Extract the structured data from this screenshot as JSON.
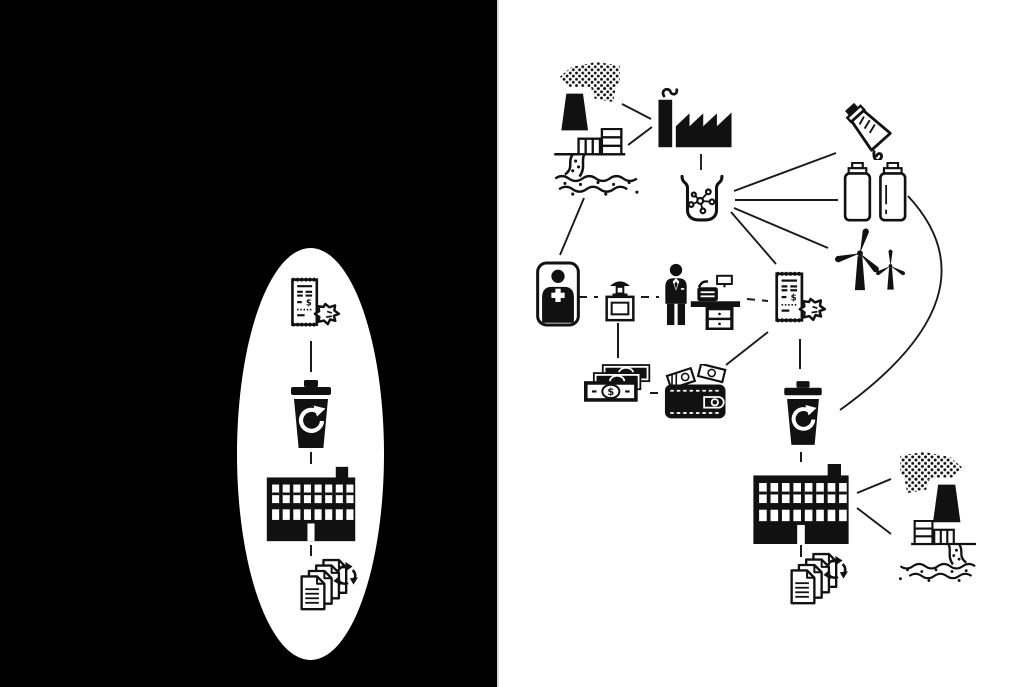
{
  "diagram": {
    "type": "icon-network-infographic",
    "ink_color": "#111111",
    "left_panel": {
      "background": "#000000",
      "spotlight": {
        "shape": "ellipse",
        "color": "#ffffff"
      },
      "flow": [
        "receipt-with-crumpled-paper",
        "recycling-bin",
        "office-building",
        "recycled-documents"
      ]
    },
    "right_panel": {
      "background": "#ffffff",
      "node_ids": [
        "air-pollution",
        "water-pollution",
        "factory",
        "chemical-beaker",
        "product-tube",
        "product-jars",
        "wind-turbines",
        "healthcare-badge",
        "perfume-bottle",
        "cashier-register",
        "receipt-crumpled",
        "cash-bills",
        "wallet",
        "recycling-bin",
        "office-building",
        "recycled-documents",
        "air-pollution-2",
        "water-pollution-2"
      ],
      "edges": [
        [
          "air-pollution",
          "factory"
        ],
        [
          "water-pollution",
          "factory"
        ],
        [
          "water-pollution",
          "healthcare-badge"
        ],
        [
          "factory",
          "chemical-beaker"
        ],
        [
          "chemical-beaker",
          "product-tube"
        ],
        [
          "chemical-beaker",
          "product-jars"
        ],
        [
          "chemical-beaker",
          "wind-turbines"
        ],
        [
          "chemical-beaker",
          "receipt-crumpled"
        ],
        [
          "product-jars",
          "recycling-bin (curved arc)"
        ],
        [
          "healthcare-badge",
          "perfume-bottle"
        ],
        [
          "perfume-bottle",
          "cashier-register"
        ],
        [
          "cashier-register",
          "receipt-crumpled"
        ],
        [
          "perfume-bottle",
          "cash-bills"
        ],
        [
          "cash-bills",
          "wallet"
        ],
        [
          "wallet",
          "receipt-crumpled"
        ],
        [
          "receipt-crumpled",
          "recycling-bin"
        ],
        [
          "recycling-bin",
          "office-building"
        ],
        [
          "office-building",
          "recycled-documents"
        ],
        [
          "office-building",
          "air-pollution-2"
        ],
        [
          "office-building",
          "water-pollution-2"
        ]
      ]
    }
  },
  "nodes": {
    "left_receipt": {
      "label": "Receipt with crumpled paper"
    },
    "left_bin": {
      "label": "Recycling bin"
    },
    "left_building": {
      "label": "Office building"
    },
    "left_docs": {
      "label": "Recycled documents"
    },
    "air_pollution": {
      "label": "Smokestack with smoke emissions"
    },
    "water_pollution": {
      "label": "Industrial discharge into river"
    },
    "factory": {
      "label": "Factory"
    },
    "beaker": {
      "label": "Laboratory beaker with molecule"
    },
    "tube": {
      "label": "Squeezed product tube"
    },
    "jars": {
      "label": "Product jars"
    },
    "turbines": {
      "label": "Wind turbines"
    },
    "badge": {
      "label": "Healthcare ID badge"
    },
    "perfume": {
      "label": "Spray bottle product"
    },
    "cashier": {
      "label": "Cashier at cash register"
    },
    "receipt": {
      "label": "Receipt with crumpled paper"
    },
    "money": {
      "label": "Dollar bills"
    },
    "wallet": {
      "label": "Wallet with cash"
    },
    "bin": {
      "label": "Recycling bin"
    },
    "building": {
      "label": "Office building"
    },
    "docs": {
      "label": "Recycled documents"
    },
    "air_pollution2": {
      "label": "Smokestack with smoke emissions"
    },
    "water_pollution2": {
      "label": "Industrial discharge into river"
    }
  }
}
